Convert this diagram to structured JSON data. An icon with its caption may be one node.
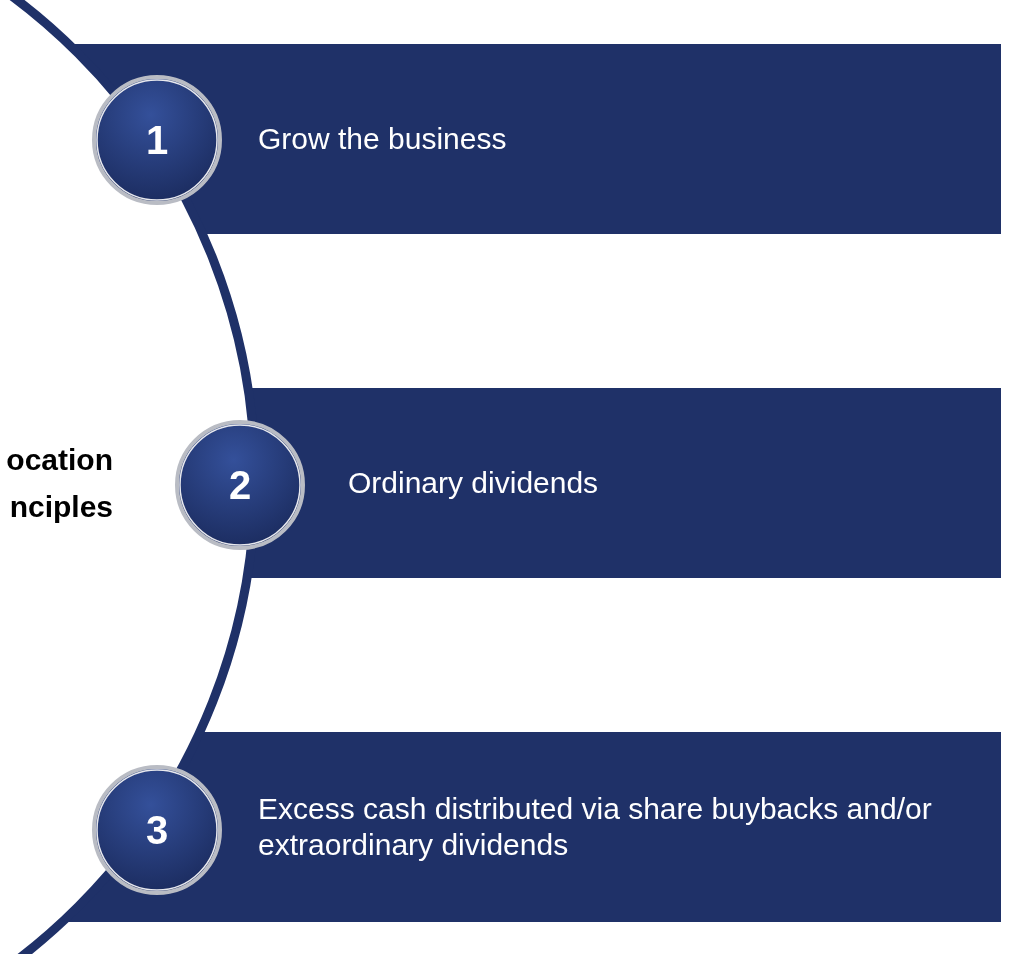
{
  "diagram": {
    "nodes": [
      {
        "text": [
          "ocation nciples"
        ]
      },
      {
        "text": [
          "Grow the business"
        ]
      },
      {
        "text": [
          "Ordinary dividends"
        ]
      },
      {
        "text": [
          "Excess cash distributed via share buybacks and/or extraordinary dividends"
        ]
      },
      {
        "text": [
          "1"
        ]
      },
      {
        "text": [
          "2"
        ]
      },
      {
        "text": [
          "3"
        ]
      }
    ]
  }
}
